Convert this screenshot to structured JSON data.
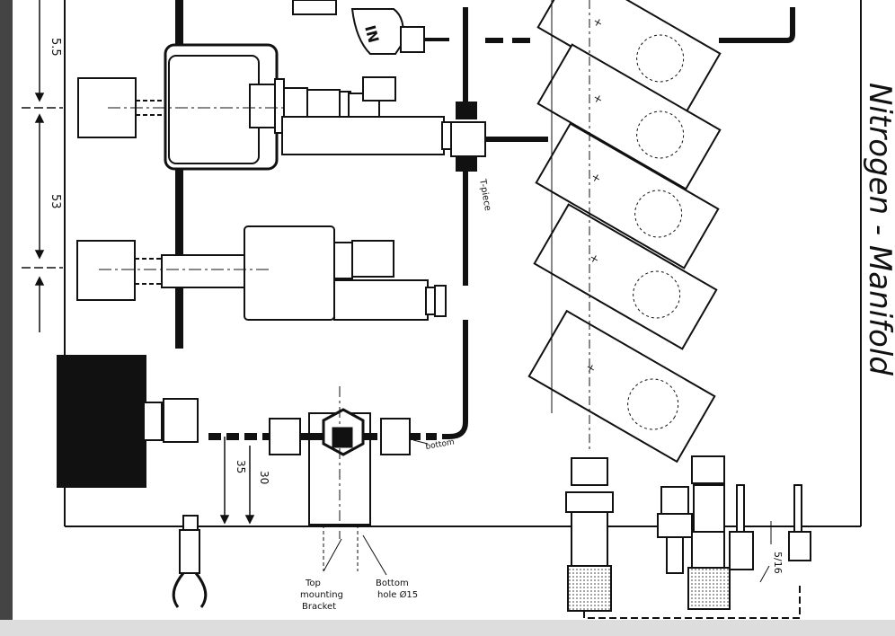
{
  "title": "Nitrogen - Manifold",
  "dimensions": {
    "top_gap": "5.5",
    "mid_gap": "53",
    "vertical_left": "35",
    "vertical_right": "30"
  },
  "labels": {
    "inlet": "IN",
    "tee": "T-piece",
    "bottom_fitting": "bottom",
    "top_mounting": [
      "Top",
      "mounting",
      "Bracket"
    ],
    "bottom_hole": [
      "Bottom",
      "hole Ø15"
    ],
    "side_dim": "5/16"
  },
  "colors": {
    "ink": "#111111",
    "paper": "#ffffff",
    "panel_edge": "#222222"
  }
}
